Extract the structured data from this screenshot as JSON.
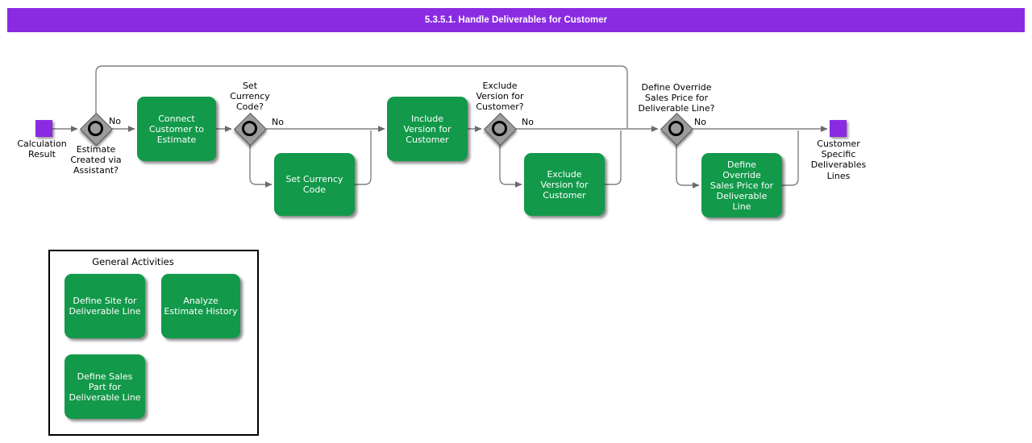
{
  "title_bar": {
    "text": "5.3.5.1. Handle Deliverables for Customer"
  },
  "colors": {
    "accent_purple": "#8A2BE2",
    "task_green": "#12994A",
    "connector_gray": "#808080",
    "gateway_gray": "#9C9C9C"
  },
  "flow": {
    "start_label": "Calculation\nResult",
    "end_label": "Customer\nSpecific\nDeliverables\nLines",
    "decisions": [
      {
        "question": "Estimate\nCreated via\nAssistant?",
        "no_label": "No"
      },
      {
        "question": "Set\nCurrency\nCode?",
        "no_label": "No"
      },
      {
        "question": "Exclude\nVersion for\nCustomer?",
        "no_label": "No"
      },
      {
        "question": "Define Override\nSales Price for\nDeliverable Line?",
        "no_label": "No"
      }
    ],
    "tasks": [
      {
        "label": "Connect\nCustomer to\nEstimate"
      },
      {
        "label": "Set Currency\nCode"
      },
      {
        "label": "Include\nVersion for\nCustomer"
      },
      {
        "label": "Exclude\nVersion for\nCustomer"
      },
      {
        "label": "Define\nOverride\nSales Price for\nDeliverable\nLine"
      }
    ]
  },
  "general_activities": {
    "title": "General Activities",
    "tasks": [
      {
        "label": "Define Site for\nDeliverable Line"
      },
      {
        "label": "Analyze\nEstimate History"
      },
      {
        "label": "Define Sales\nPart for\nDeliverable Line"
      }
    ]
  }
}
